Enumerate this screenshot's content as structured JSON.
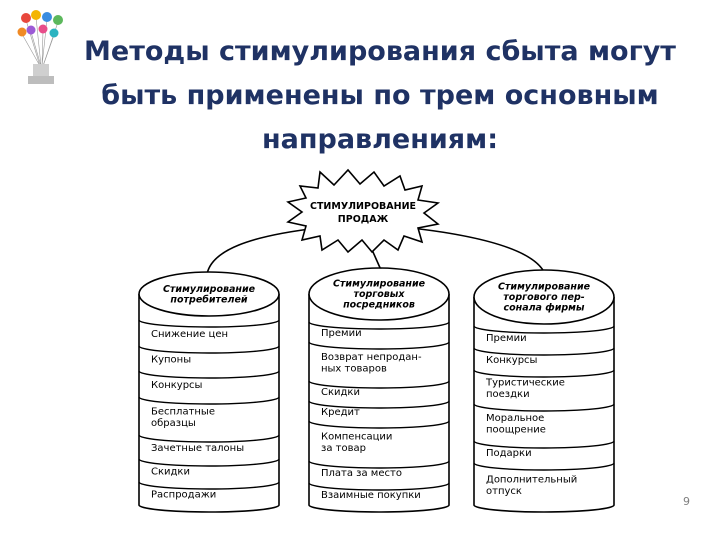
{
  "title": {
    "line1": "Методы стимулирования сбыта могут",
    "line2": "быть применены по трем основным",
    "line3": "направлениям:"
  },
  "diagram": {
    "center": {
      "line1": "СТИМУЛИРОВАНИЕ",
      "line2": "ПРОДАЖ"
    },
    "columns": [
      {
        "header": [
          "Стимулирование",
          "потребителей"
        ],
        "items": [
          [
            "Снижение цен"
          ],
          [
            "Купоны"
          ],
          [
            "Конкурсы"
          ],
          [
            "Бесплатные",
            "образцы"
          ],
          [
            "Зачетные талоны"
          ],
          [
            "Скидки"
          ],
          [
            "Распродажи"
          ]
        ]
      },
      {
        "header": [
          "Стимулирование",
          "торговых",
          "посредников"
        ],
        "items": [
          [
            "Премии"
          ],
          [
            "Возврат непродан-",
            "ных товаров"
          ],
          [
            "Скидки"
          ],
          [
            "Кредит"
          ],
          [
            "Компенсации",
            "за товар"
          ],
          [
            "Плата за место"
          ],
          [
            "Взаимные покупки"
          ]
        ]
      },
      {
        "header": [
          "Стимулирование",
          "торгового пер-",
          "сонала фирмы"
        ],
        "items": [
          [
            "Премии"
          ],
          [
            "Конкурсы"
          ],
          [
            "Туристические",
            "поездки"
          ],
          [
            "Моральное",
            "поощрение"
          ],
          [
            "Подарки"
          ],
          [
            "Дополнительный",
            "отпуск"
          ]
        ]
      }
    ]
  },
  "page_number": "9"
}
